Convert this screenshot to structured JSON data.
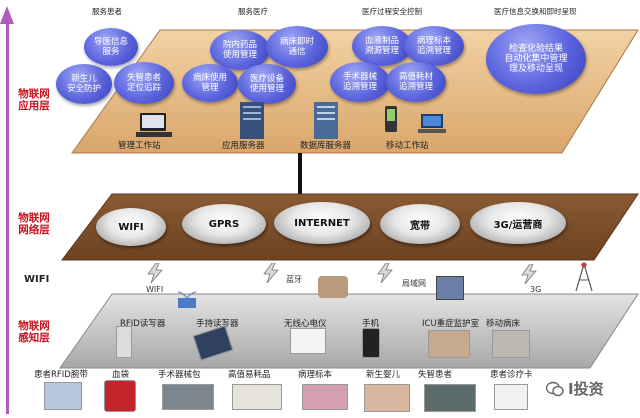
{
  "left_arrow": {
    "color": "#b15bc1"
  },
  "layers": [
    {
      "key": "app",
      "line1": "物联网",
      "line2": "应用层"
    },
    {
      "key": "net",
      "line1": "物联网",
      "line2": "网络层"
    },
    {
      "key": "sense",
      "line1": "物联网",
      "line2": "感知层"
    }
  ],
  "wifi_side_label": "WIFI",
  "categories": [
    "服务患者",
    "服务医疗",
    "医疗过程安全控制",
    "医疗信息交换和即时呈现"
  ],
  "bubbles": [
    "导医信息\n服务",
    "新生儿\n安全防护",
    "失智患者\n定位追踪",
    "院内药品\n使用管理",
    "病床即时\n通信",
    "病床使用\n管理",
    "医疗设备\n使用管理",
    "血液制品\n溯源管理",
    "病理标本\n追溯管理",
    "手术器械\n追溯管理",
    "高值耗材\n追溯管理",
    "检查化验结果\n自动化集中管理\n理及移动呈现"
  ],
  "app_devices": [
    "管理工作站",
    "应用服务器",
    "数据库服务器",
    "移动工作站"
  ],
  "network_clouds": [
    "WIFI",
    "GPRS",
    "INTERNET",
    "宽带",
    "3G/运营商"
  ],
  "wireless_labels": [
    "WIFI",
    "蓝牙",
    "局域网",
    "3G"
  ],
  "sense_devices": [
    "RFID读写器",
    "手持读写器",
    "无线心电仪",
    "手机",
    "ICU重症监护室",
    "移动病床"
  ],
  "items": [
    "患者RFID腕带",
    "血袋",
    "手术器械包",
    "高值易耗品",
    "病理标本",
    "新生婴儿",
    "失智患者",
    "患者诊疗卡"
  ],
  "watermark": "I投资"
}
